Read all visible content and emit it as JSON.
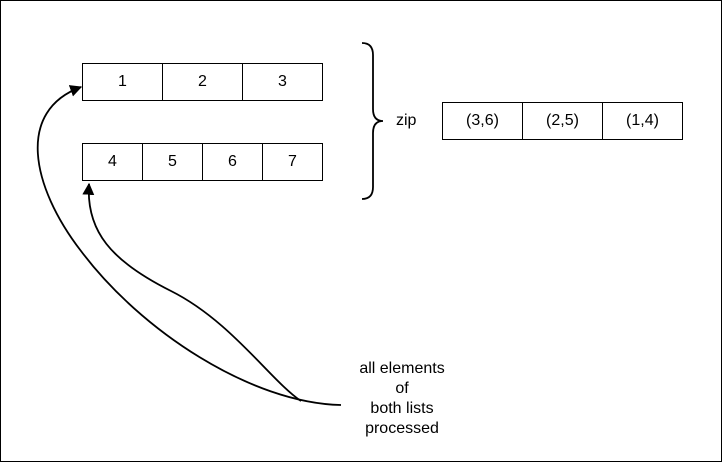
{
  "list_a": [
    "1",
    "2",
    "3"
  ],
  "list_b": [
    "4",
    "5",
    "6",
    "7"
  ],
  "operation_label": "zip",
  "zipped": [
    "(3,6)",
    "(2,5)",
    "(1,4)"
  ],
  "note_lines": [
    "all elements",
    "of",
    "both lists",
    "processed"
  ]
}
